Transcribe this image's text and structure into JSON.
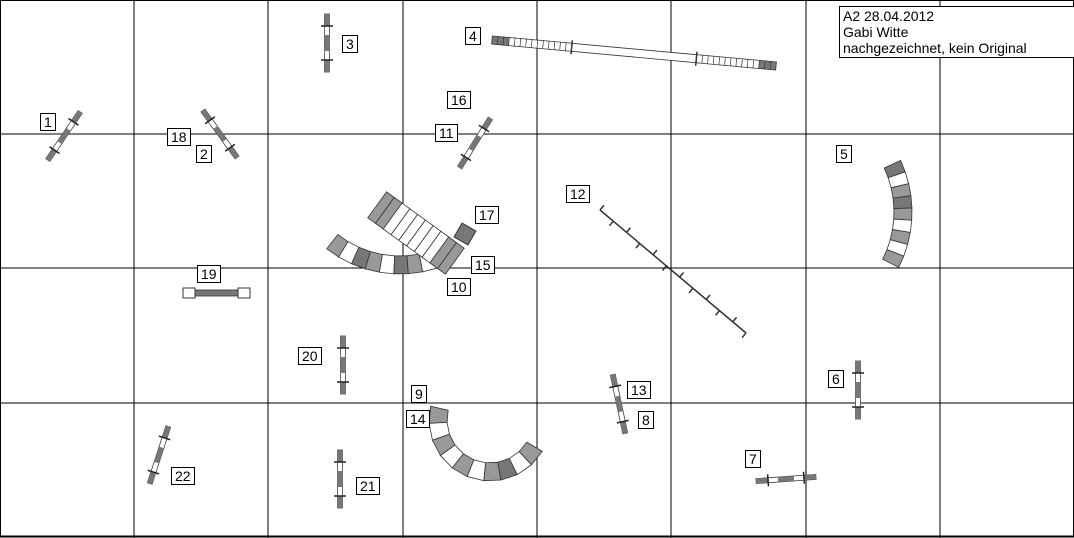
{
  "info": {
    "line1": "A2 28.04.2012",
    "line2": "Gabi Witte",
    "line3": "nachgezeichnet, kein Original"
  },
  "labels": [
    "1",
    "2",
    "3",
    "4",
    "5",
    "6",
    "7",
    "8",
    "9",
    "10",
    "11",
    "12",
    "13",
    "14",
    "15",
    "16",
    "17",
    "18",
    "19",
    "20",
    "21",
    "22"
  ],
  "colors": {
    "grid": "#000000",
    "obstacle_dark": "#777777",
    "obstacle_mid": "#999999",
    "obstacle_light": "#ffffff"
  }
}
